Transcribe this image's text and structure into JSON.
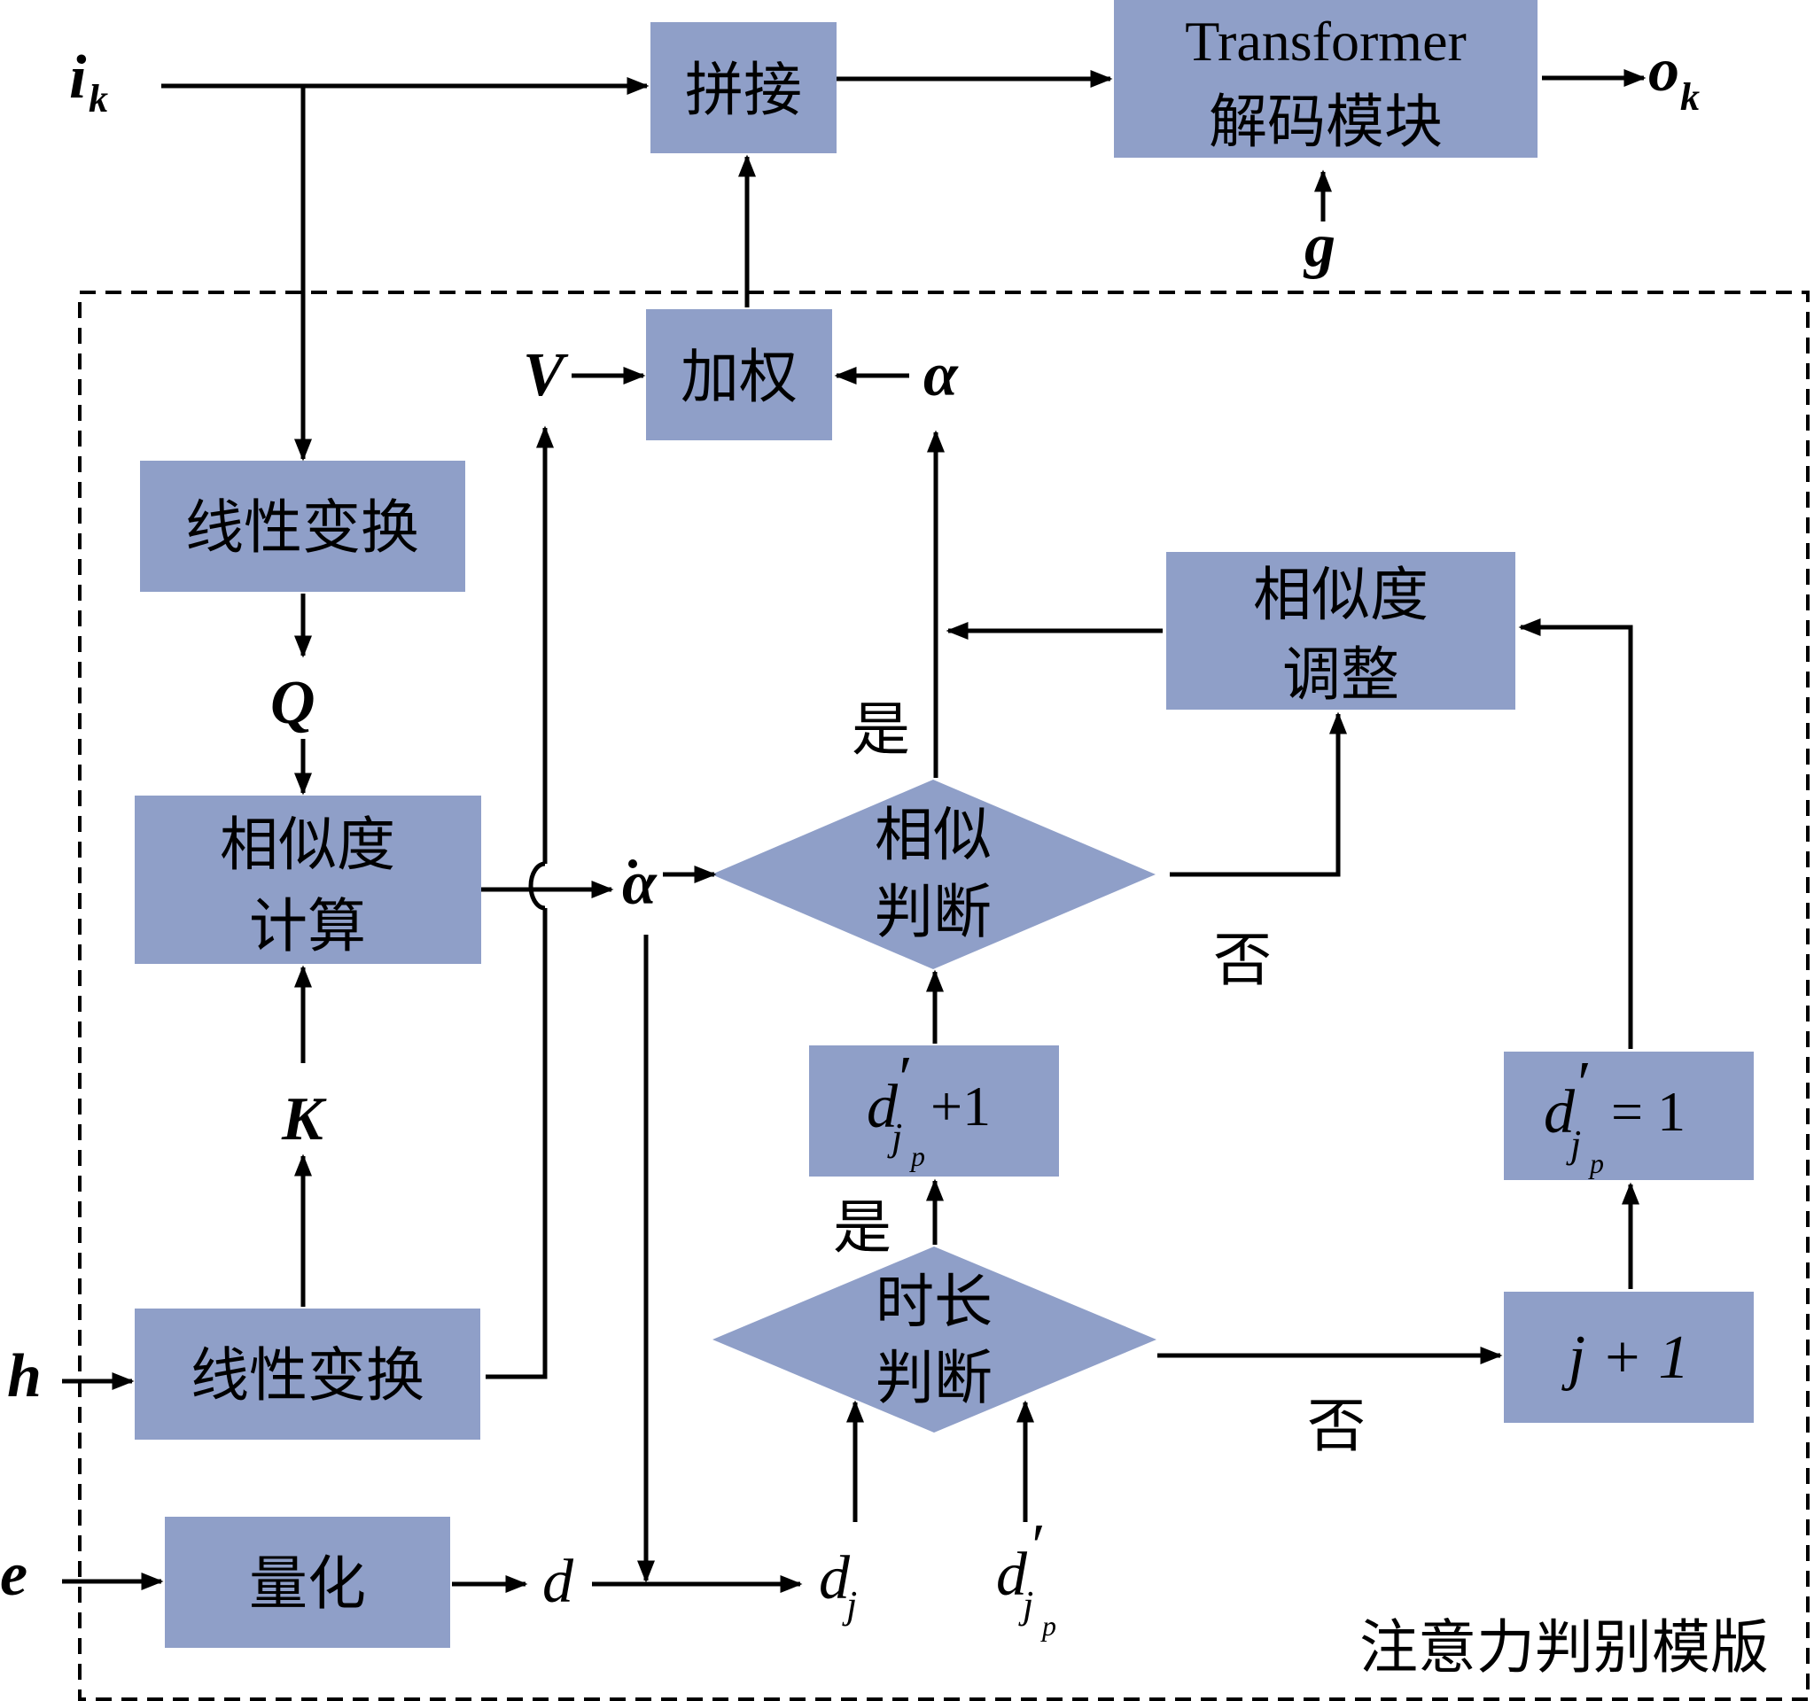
{
  "nodes": {
    "concat": "拼接",
    "transformer_line1": "Transformer",
    "transformer_line2": "解码模块",
    "weighted": "加权",
    "linear_top": "线性变换",
    "similarity_adjust_line1": "相似度",
    "similarity_adjust_line2": "调整",
    "similarity_calc_line1": "相似度",
    "similarity_calc_line2": "计算",
    "similar_judge_line1": "相似",
    "similar_judge_line2": "判断",
    "dj_plus1_sym": "d",
    "dj_plus1_rest": "+1",
    "dj_eq1_sym": "d",
    "dj_eq1_rest": "= 1",
    "duration_judge_line1": "时长",
    "duration_judge_line2": "判断",
    "linear_bottom": "线性变换",
    "j_plus1": "j + 1",
    "quantize": "量化"
  },
  "symbols": {
    "i": "i",
    "i_sub": "k",
    "o": "o",
    "o_sub": "k",
    "g": "g",
    "V": "V",
    "alpha": "α",
    "Q": "Q",
    "K": "K",
    "alpha_dot": "α",
    "h": "h",
    "e": "e",
    "d": "d",
    "dj": "d",
    "dj_sub": "j",
    "djp": "d",
    "djp_sub": "j",
    "djp_subsub": "p",
    "prime": "′"
  },
  "labels": {
    "yes_top": "是",
    "no_right": "否",
    "yes_mid": "是",
    "no_bottom": "否",
    "module_title": "注意力判别模版"
  }
}
